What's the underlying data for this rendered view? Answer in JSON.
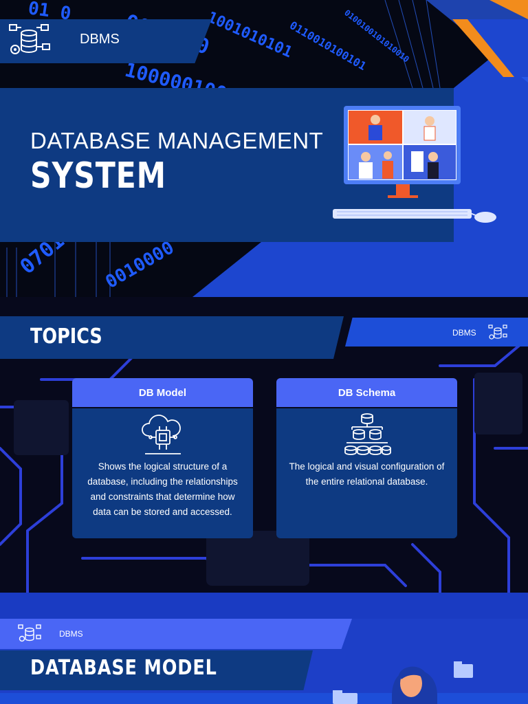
{
  "brand": {
    "label": "DBMS"
  },
  "hero": {
    "title_line1": "DATABASE MANAGEMENT",
    "title_line2": "SYSTEM"
  },
  "topics": {
    "title": "TOPICS",
    "side_label": "DBMS",
    "cards": [
      {
        "heading": "DB Model",
        "text": "Shows the logical structure of a database, including the relationships and constraints that determine how data can be stored and accessed.",
        "icon": "cloud-chip-icon"
      },
      {
        "heading": "DB Schema",
        "text": "The logical and visual configuration of the entire relational database.",
        "icon": "database-tree-icon"
      }
    ]
  },
  "db_model": {
    "brand_label": "DBMS",
    "title": "DATABASE  MODEL"
  },
  "colors": {
    "navy": "#0e3a82",
    "accent_blue": "#4a66f5",
    "bright_blue": "#1d4ed8",
    "orange": "#f28c1c",
    "background": "#07091c"
  }
}
